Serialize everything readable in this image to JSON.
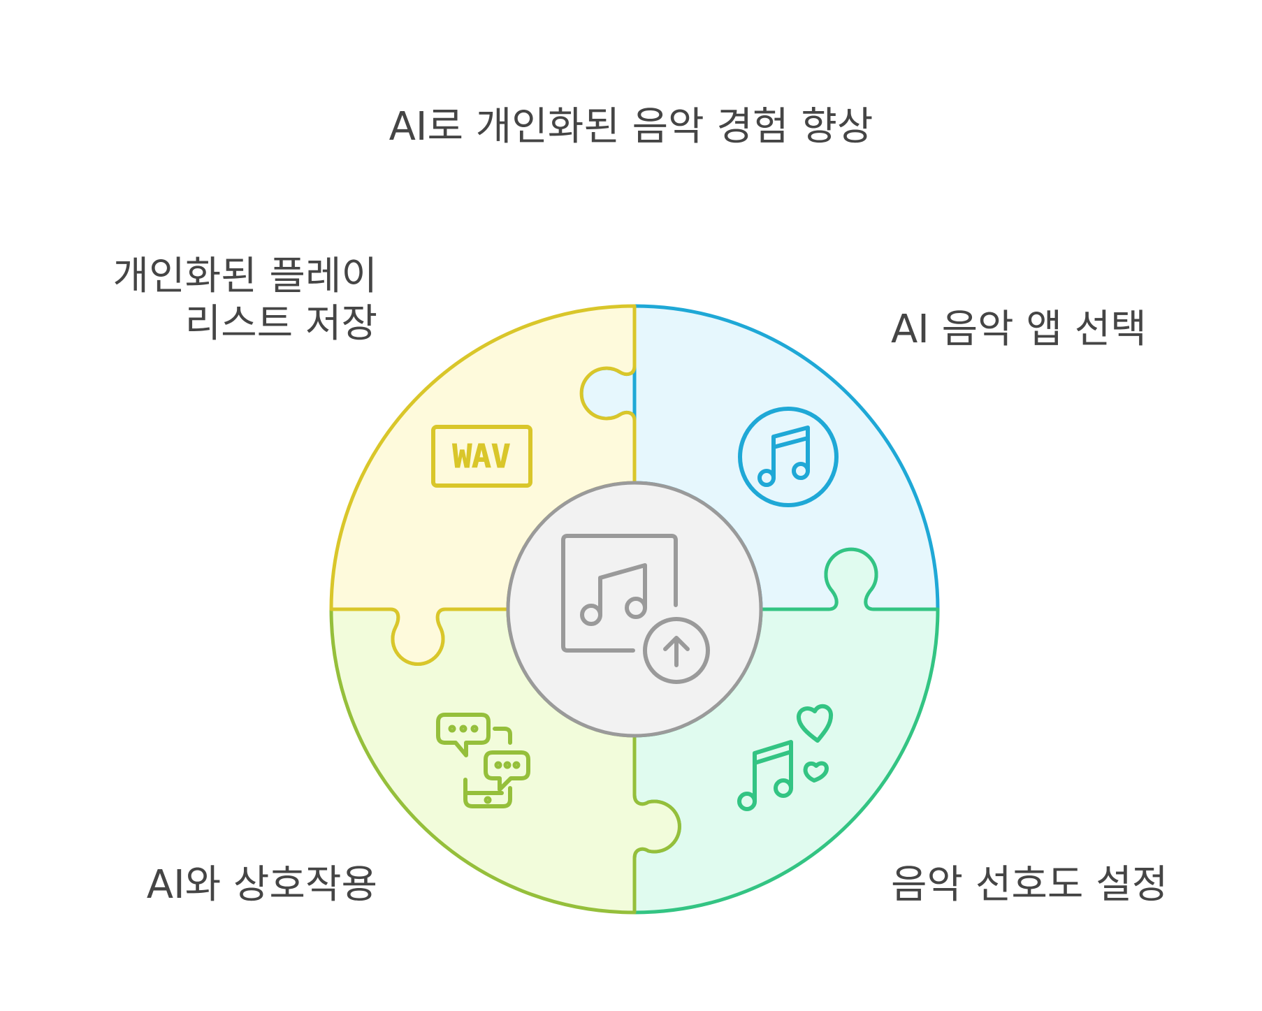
{
  "title": "AI로 개인화된 음악 경험 향상",
  "colors": {
    "text": "#454545",
    "center_fill": "#f2f2f2",
    "center_stroke": "#9a9a9a"
  },
  "segments": [
    {
      "id": "select-app",
      "label": "AI 음악 앱 선택",
      "icon": "music-note-circle-icon",
      "stroke": "#1fa8d6",
      "fill": "#e6f7fd"
    },
    {
      "id": "set-preferences",
      "label": "음악 선호도 설정",
      "icon": "music-hearts-icon",
      "stroke": "#33c483",
      "fill": "#e0fbef"
    },
    {
      "id": "interact-ai",
      "label": "AI와 상호작용",
      "icon": "chat-phone-icon",
      "stroke": "#95bf3b",
      "fill": "#f2fcdb"
    },
    {
      "id": "save-playlist",
      "label": "개인화된 플레이\n리스트 저장",
      "icon": "wav-file-icon",
      "icon_text": "WAV",
      "stroke": "#d9c62a",
      "fill": "#fefadc"
    }
  ],
  "center": {
    "icon": "music-upload-icon"
  }
}
